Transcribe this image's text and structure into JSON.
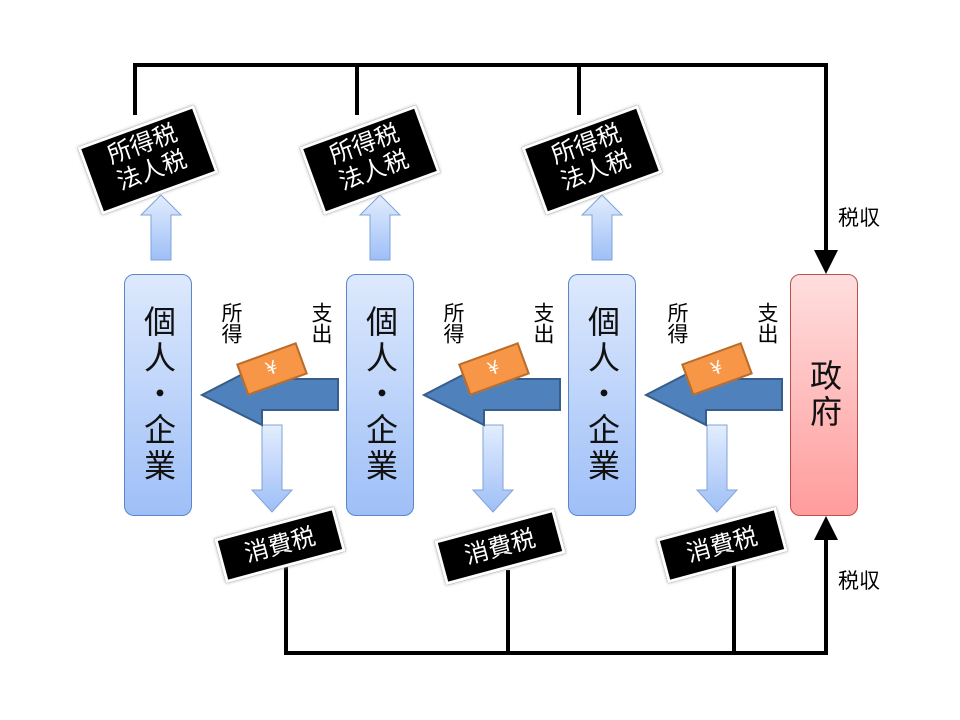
{
  "entity_label": "個人・企業",
  "government_label": "政府",
  "income_tax_tag": [
    "所得税",
    "法人税"
  ],
  "consumption_tax_tag": "消費税",
  "income_label": "所得",
  "spending_label": "支出",
  "yen_symbol": "¥",
  "tax_revenue_label": "税収",
  "colors": {
    "entity": "#9ebff7",
    "government": "#ff9c9c",
    "flow_arrow": "#4f81bd",
    "money": "#f79646"
  }
}
